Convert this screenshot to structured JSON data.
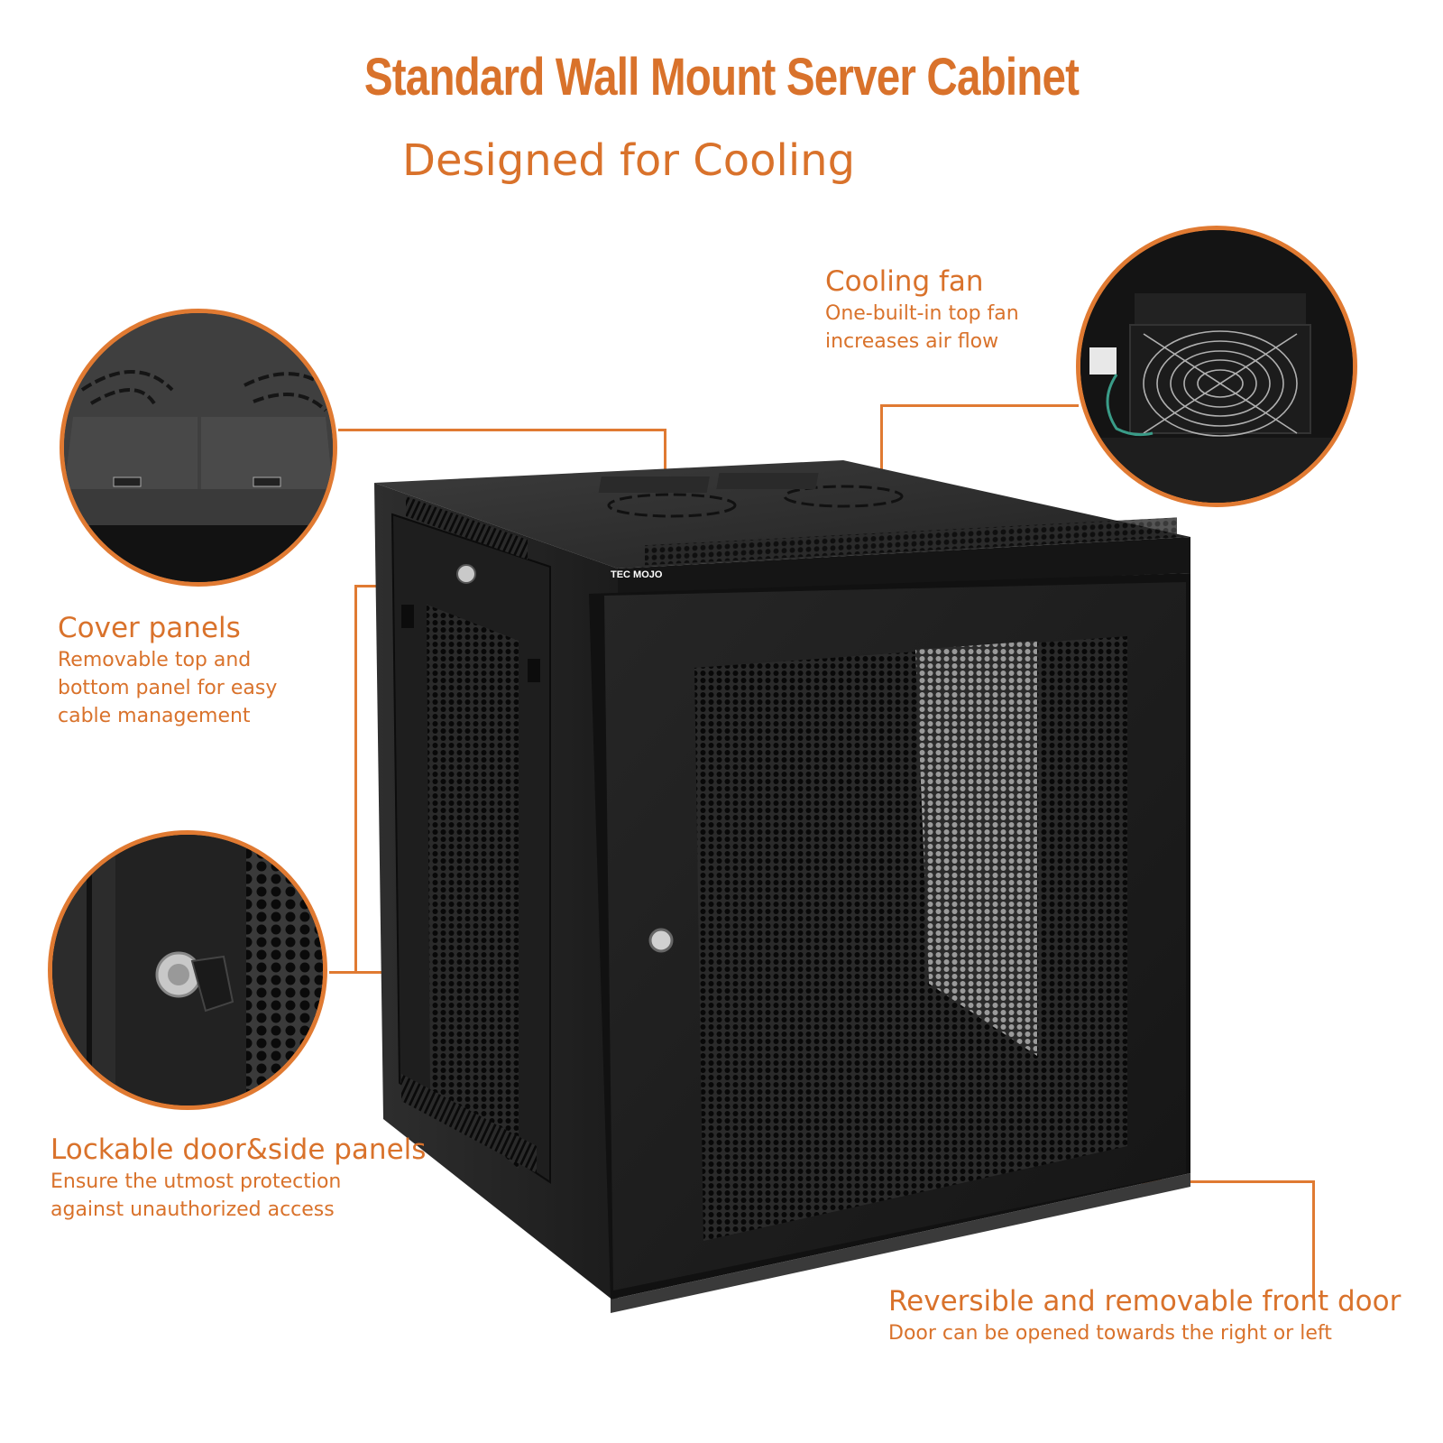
{
  "header": {
    "title": "Standard Wall Mount Server Cabinet",
    "subtitle": "Designed for Cooling"
  },
  "callouts": [
    {
      "id": "cooling-fan",
      "title": "Cooling fan",
      "description": "One-built-in top fan\nincreases air flow"
    },
    {
      "id": "cover-panels",
      "title": "Cover panels",
      "description": "Removable top and\nbottom panel for easy\ncable management"
    },
    {
      "id": "lockable-panels",
      "title": "Lockable door&side panels",
      "description": "Ensure the utmost protection\nagainst unauthorized access"
    },
    {
      "id": "front-door",
      "title": "Reversible and removable front door",
      "description": "Door can be opened towards the right or left"
    }
  ],
  "product": {
    "brand_logo": "TEC MOJO"
  },
  "colors": {
    "accent": "#d9722b",
    "cabinet": "#1c1c1c",
    "background": "#ffffff"
  }
}
